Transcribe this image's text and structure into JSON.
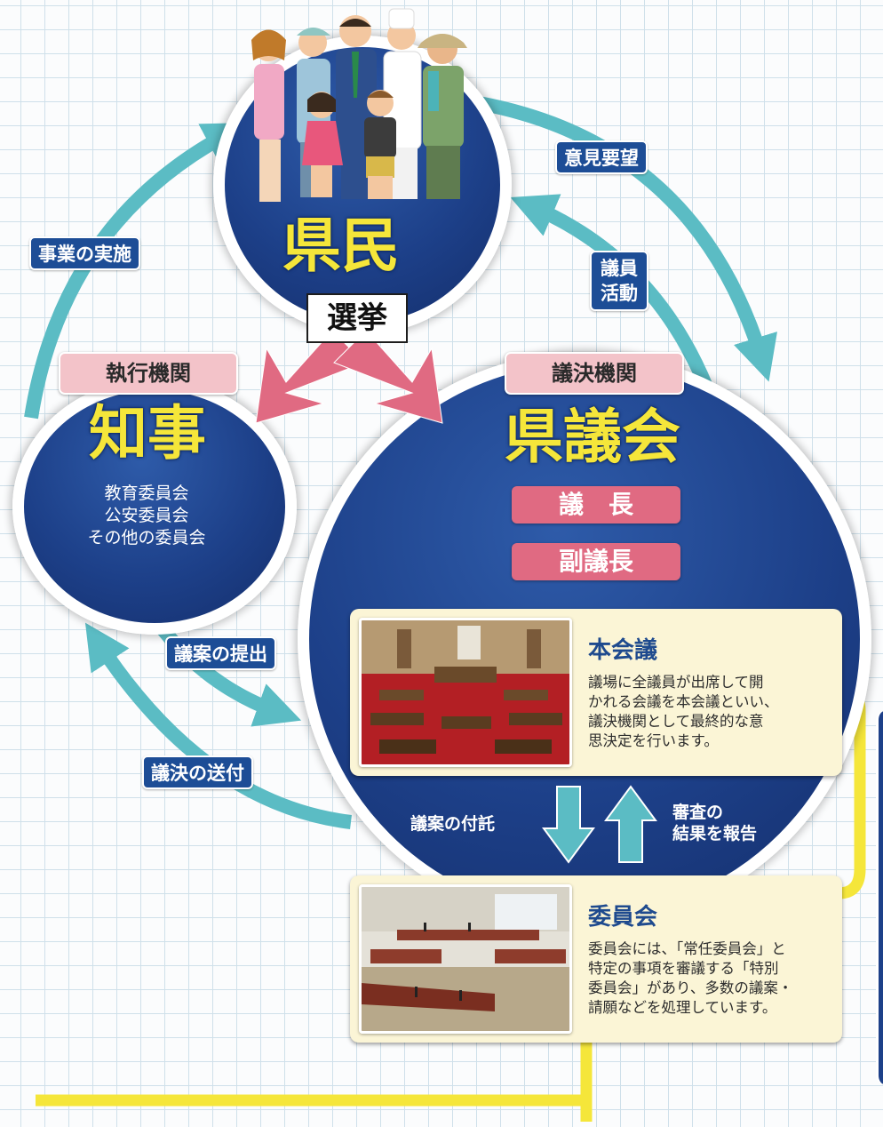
{
  "kenmin": {
    "title": "県民",
    "election": "選挙"
  },
  "governor": {
    "badge": "執行機関",
    "title": "知事",
    "committees": [
      "教育委員会",
      "公安委員会",
      "その他の委員会"
    ]
  },
  "assembly": {
    "badge": "議決機関",
    "title": "県議会",
    "chair": "議　長",
    "vice_chair": "副議長"
  },
  "flows": {
    "project": "事業の実施",
    "opinion": "意見要望",
    "activity_line1": "議員",
    "activity_line2": "活動",
    "submission": "議案の提出",
    "send": "議決の送付",
    "refer": "議案の付託",
    "report_line1": "審査の",
    "report_line2": "結果を報告"
  },
  "plenary": {
    "title": "本会議",
    "lines": [
      "議場に全議員が出席して開",
      "かれる会議を本会議といい、",
      "議決機関として最終的な意",
      "思決定を行います。"
    ]
  },
  "committee": {
    "title": "委員会",
    "lines": [
      "委員会には、「常任委員会」と",
      "特定の事項を審議する「特別",
      "委員会」があり、多数の議案・",
      "請願などを処理しています。"
    ]
  },
  "colors": {
    "navy": "#1d4089",
    "teal": "#5bbcc4",
    "pink": "#e06a82",
    "yellow": "#f5e63a",
    "card": "#fbf5d6"
  }
}
